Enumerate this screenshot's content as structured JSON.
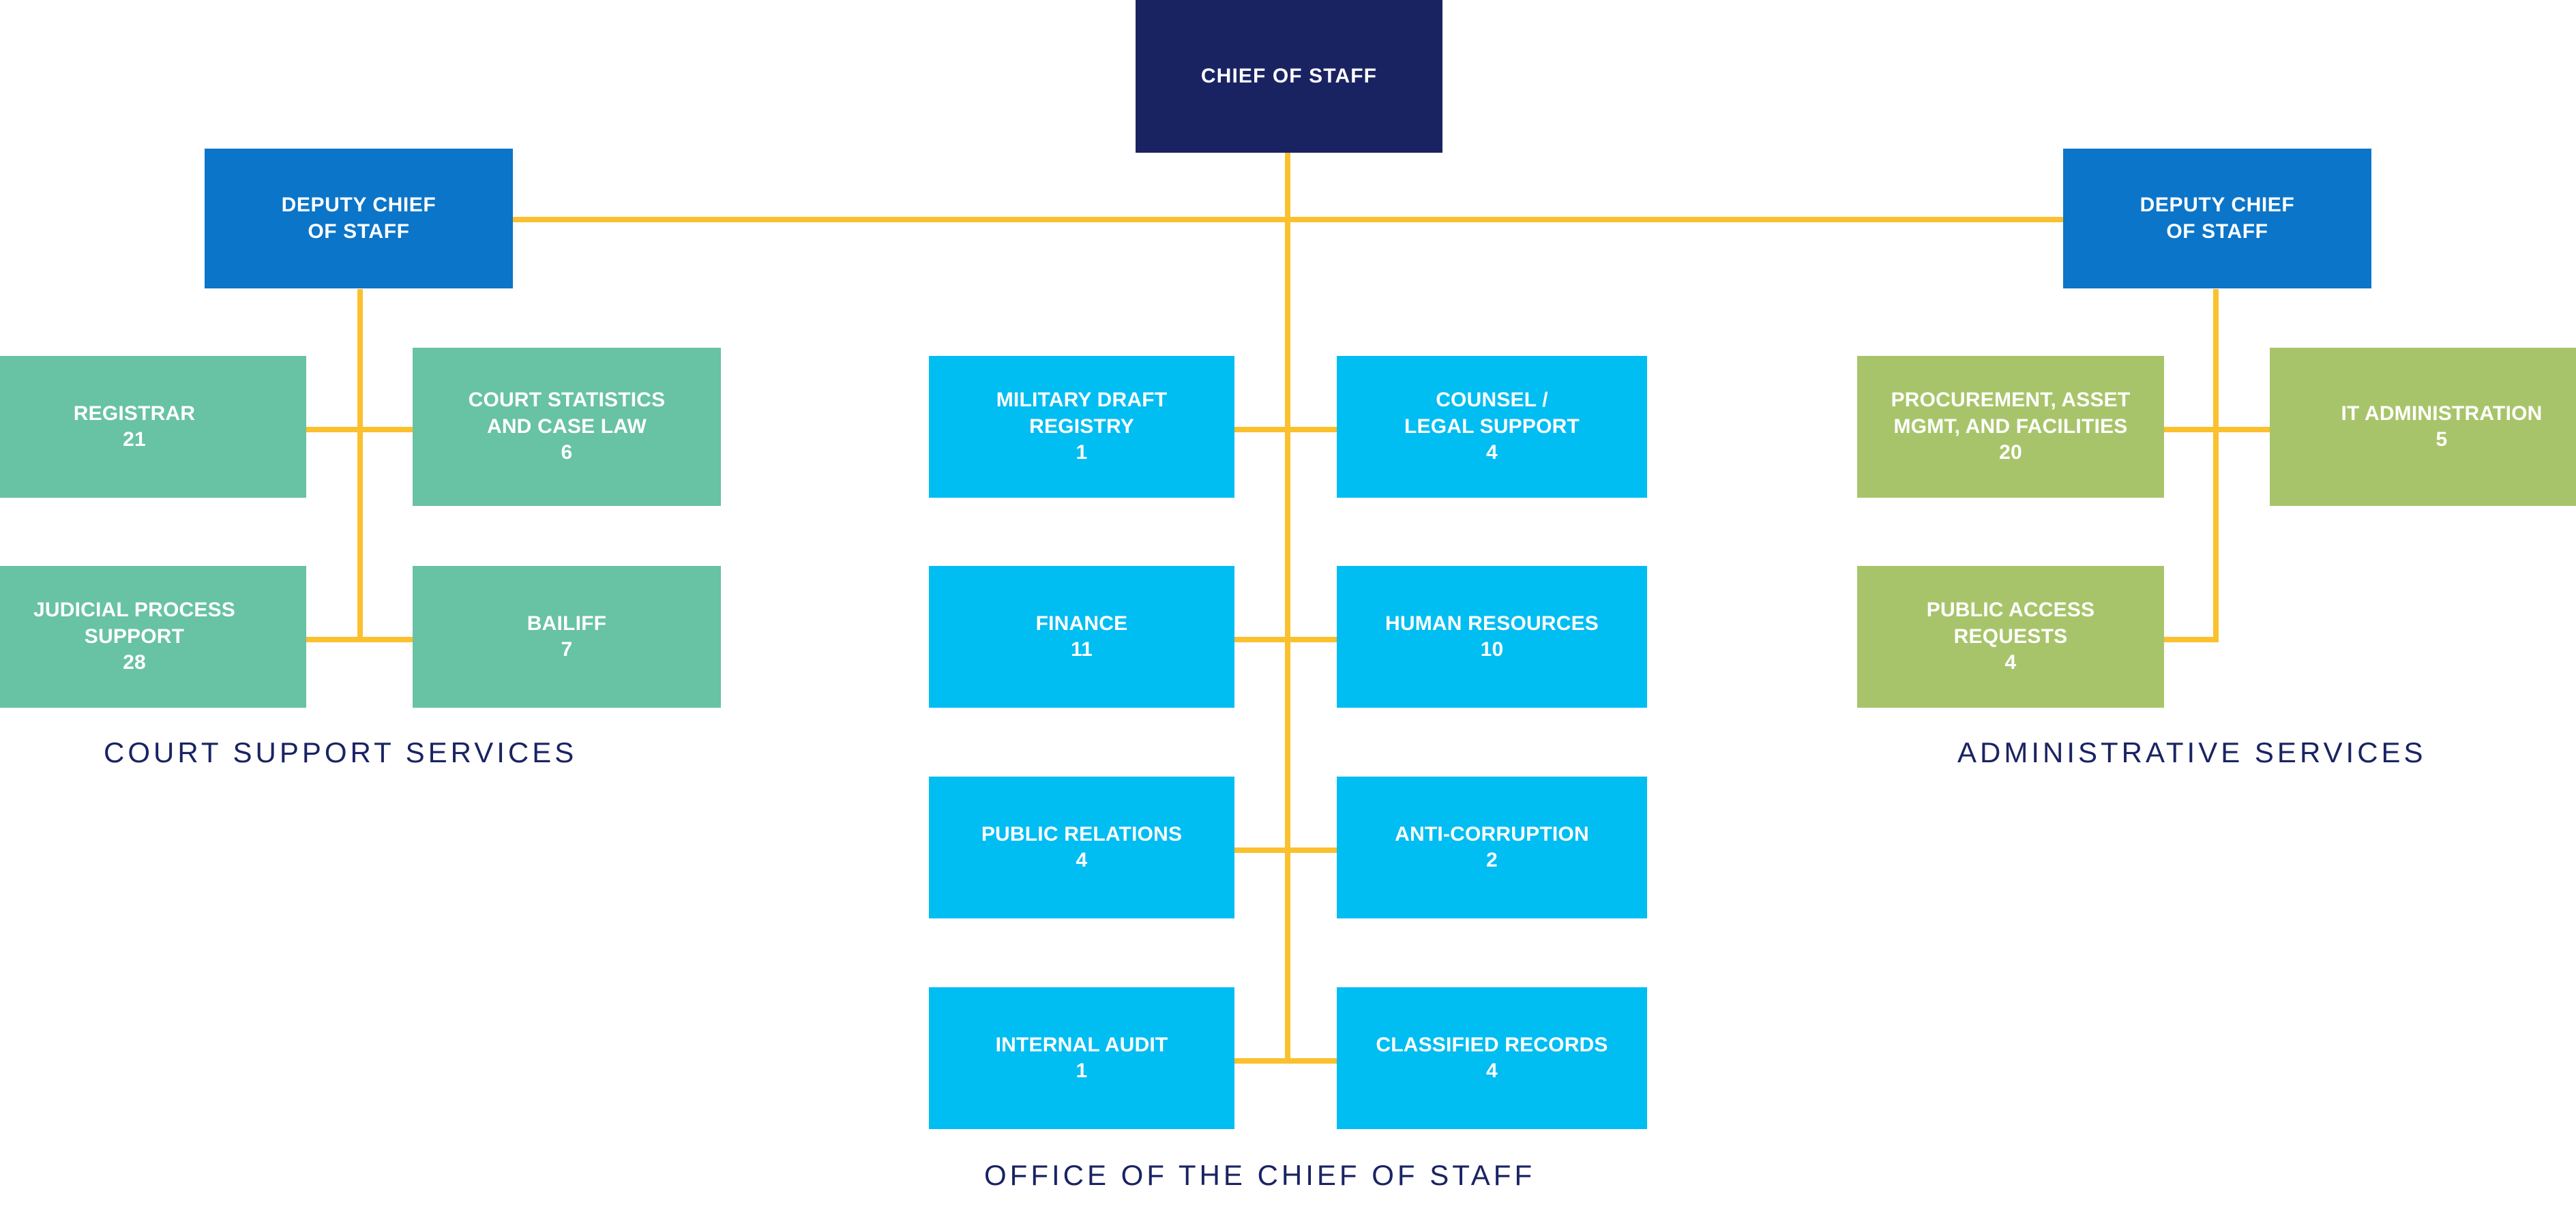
{
  "chart_data": {
    "type": "diagram",
    "title": "Organizational structure of the Office of the Chief of Staff",
    "root": {
      "label": "CHIEF OF STAFF"
    },
    "branches": [
      {
        "name": "court-support-services",
        "caption": "COURT SUPPORT SERVICES",
        "head": "DEPUTY CHIEF\nOF STAFF",
        "head_line1": "DEPUTY CHIEF",
        "head_line2": "OF STAFF",
        "color": "#68c2a4",
        "units": [
          {
            "label": "REGISTRAR",
            "count": "21"
          },
          {
            "label": "COURT STATISTICS\nAND CASE LAW",
            "line1": "COURT STATISTICS",
            "line2": "AND CASE LAW",
            "count": "6"
          },
          {
            "label": "JUDICIAL PROCESS\nSUPPORT",
            "line1": "JUDICIAL PROCESS",
            "line2": "SUPPORT",
            "count": "28"
          },
          {
            "label": "BAILIFF",
            "count": "7"
          }
        ]
      },
      {
        "name": "office-of-the-chief-of-staff",
        "caption": "OFFICE OF THE CHIEF OF STAFF",
        "color": "#00bdf2",
        "units": [
          {
            "label": "MILITARY DRAFT\nREGISTRY",
            "line1": "MILITARY DRAFT",
            "line2": "REGISTRY",
            "count": "1"
          },
          {
            "label": "COUNSEL /\nLEGAL SUPPORT",
            "line1": "COUNSEL /",
            "line2": "LEGAL SUPPORT",
            "count": "4"
          },
          {
            "label": "FINANCE",
            "count": "11"
          },
          {
            "label": "HUMAN RESOURCES",
            "count": "10"
          },
          {
            "label": "PUBLIC RELATIONS",
            "count": "4"
          },
          {
            "label": "ANTI-CORRUPTION",
            "count": "2"
          },
          {
            "label": "INTERNAL AUDIT",
            "count": "1"
          },
          {
            "label": "CLASSIFIED RECORDS",
            "count": "4"
          }
        ]
      },
      {
        "name": "administrative-services",
        "caption": "ADMINISTRATIVE SERVICES",
        "head_line1": "DEPUTY CHIEF",
        "head_line2": "OF STAFF",
        "color": "#a8c46a",
        "units": [
          {
            "label": "PROCUREMENT, ASSET\nMGMT, AND FACILITIES",
            "line1": "PROCUREMENT, ASSET",
            "line2": "MGMT, AND FACILITIES",
            "count": "20"
          },
          {
            "label": "IT ADMINISTRATION",
            "count": "5"
          },
          {
            "label": "PUBLIC ACCESS\nREQUESTS",
            "line1": "PUBLIC ACCESS",
            "line2": "REQUESTS",
            "count": "4"
          }
        ]
      }
    ],
    "colors": {
      "root": "#1a2362",
      "deputy": "#0b75c9",
      "court_support": "#68c2a4",
      "office": "#00bdf2",
      "administrative": "#a8c46a",
      "connector": "#fbc02d",
      "caption": "#1a2362",
      "background": "#ffffff"
    }
  },
  "root": {
    "label": "CHIEF OF STAFF"
  },
  "deputy_left": {
    "line1": "DEPUTY CHIEF",
    "line2": "OF STAFF"
  },
  "deputy_right": {
    "line1": "DEPUTY CHIEF",
    "line2": "OF STAFF"
  },
  "court": {
    "caption": "COURT SUPPORT SERVICES",
    "registrar": {
      "line1": "REGISTRAR",
      "count": "21"
    },
    "statistics": {
      "line1": "COURT STATISTICS",
      "line2": "AND CASE LAW",
      "count": "6"
    },
    "judicial": {
      "line1": "JUDICIAL PROCESS",
      "line2": "SUPPORT",
      "count": "28"
    },
    "bailiff": {
      "line1": "BAILIFF",
      "count": "7"
    }
  },
  "office": {
    "caption": "OFFICE OF THE CHIEF OF STAFF",
    "military": {
      "line1": "MILITARY DRAFT",
      "line2": "REGISTRY",
      "count": "1"
    },
    "counsel": {
      "line1": "COUNSEL /",
      "line2": "LEGAL SUPPORT",
      "count": "4"
    },
    "finance": {
      "line1": "FINANCE",
      "count": "11"
    },
    "hr": {
      "line1": "HUMAN RESOURCES",
      "count": "10"
    },
    "pr": {
      "line1": "PUBLIC RELATIONS",
      "count": "4"
    },
    "anticorr": {
      "line1": "ANTI-CORRUPTION",
      "count": "2"
    },
    "audit": {
      "line1": "INTERNAL AUDIT",
      "count": "1"
    },
    "records": {
      "line1": "CLASSIFIED RECORDS",
      "count": "4"
    }
  },
  "admin": {
    "caption": "ADMINISTRATIVE SERVICES",
    "procurement": {
      "line1": "PROCUREMENT, ASSET",
      "line2": "MGMT, AND FACILITIES",
      "count": "20"
    },
    "it": {
      "line1": "IT ADMINISTRATION",
      "count": "5"
    },
    "pubaccess": {
      "line1": "PUBLIC ACCESS",
      "line2": "REQUESTS",
      "count": "4"
    }
  }
}
